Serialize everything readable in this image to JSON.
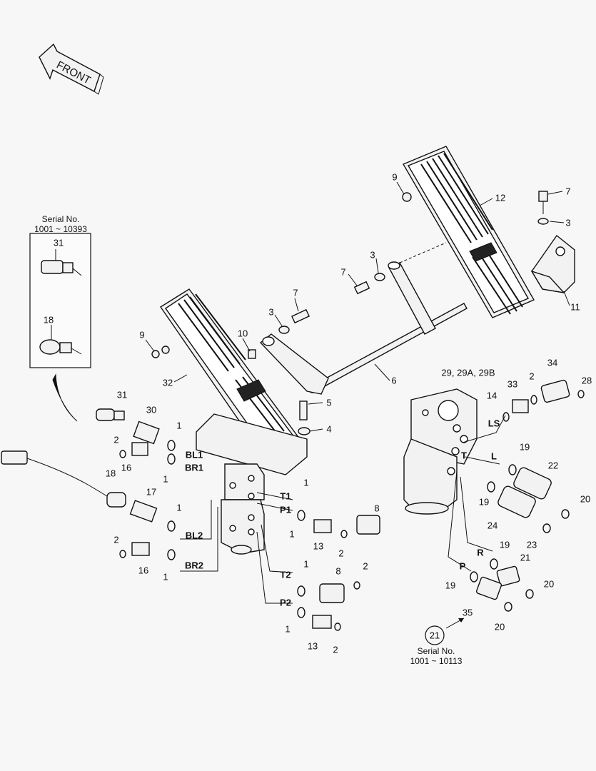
{
  "front_arrow": {
    "label": "FRONT"
  },
  "insets": {
    "serial_inset": {
      "label_line1": "Serial No.",
      "label_line2": "1001 ~ 10393"
    },
    "serial_bottom": {
      "label_line1": "Serial No.",
      "label_line2": "1001 ~ 10113",
      "circled_number": "21"
    }
  },
  "part_numbers": {
    "p31_inset": "31",
    "p18_inset": "18",
    "p9_top": "9",
    "p12": "12",
    "p7_top": "7",
    "p3_top": "3",
    "p11": "11",
    "p3_mid": "3",
    "p7_mid": "7",
    "p7_left": "7",
    "p3_left": "3",
    "p9_left": "9",
    "p10": "10",
    "p6": "6",
    "p32": "32",
    "p5": "5",
    "p4": "4",
    "p31": "31",
    "p30": "30",
    "p2_a": "2",
    "p16_a": "16",
    "p1_a": "1",
    "p1_b": "1",
    "p18": "18",
    "p17": "17",
    "p1_c": "1",
    "p2_b": "2",
    "p16_b": "16",
    "p1_d": "1",
    "p1_e": "1",
    "p1_f": "1",
    "p8_a": "8",
    "p13_a": "13",
    "p2_c": "2",
    "p1_g": "1",
    "p2_d": "2",
    "p8_b": "8",
    "p1_h": "1",
    "p13_b": "13",
    "p2_e": "2",
    "p29": "29, 29A, 29B",
    "p14": "14",
    "p33": "33",
    "p2_f": "2",
    "p34": "34",
    "p28": "28",
    "p19_a": "19",
    "p22": "22",
    "p19_b": "19",
    "p24": "24",
    "p20_a": "20",
    "p23": "23",
    "p19_c": "19",
    "p21": "21",
    "p19_d": "19",
    "p20_b": "20",
    "p35": "35",
    "p20_c": "20"
  },
  "port_labels": {
    "BL1": "BL1",
    "BR1": "BR1",
    "BL2": "BL2",
    "BR2": "BR2",
    "T1": "T1",
    "P1": "P1",
    "T2": "T2",
    "P2": "P2",
    "LS": "LS",
    "T": "T",
    "L": "L",
    "R": "R",
    "P": "P"
  }
}
